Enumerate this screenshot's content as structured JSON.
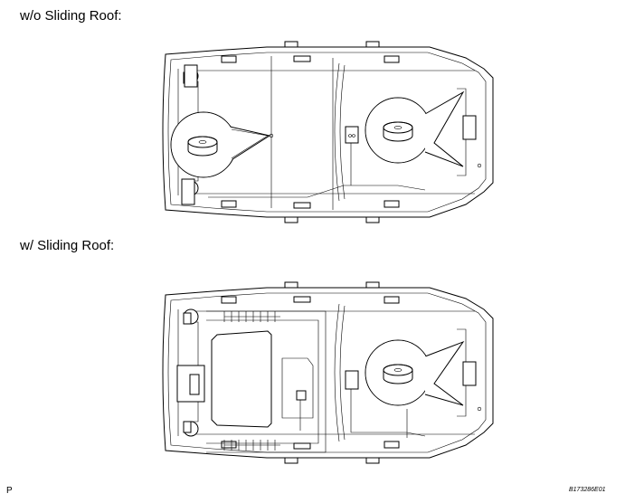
{
  "labels": {
    "top_variant": "w/o Sliding Roof:",
    "bottom_variant": "w/ Sliding Roof:"
  },
  "corner": {
    "left": "P",
    "right": "B173286E01"
  }
}
